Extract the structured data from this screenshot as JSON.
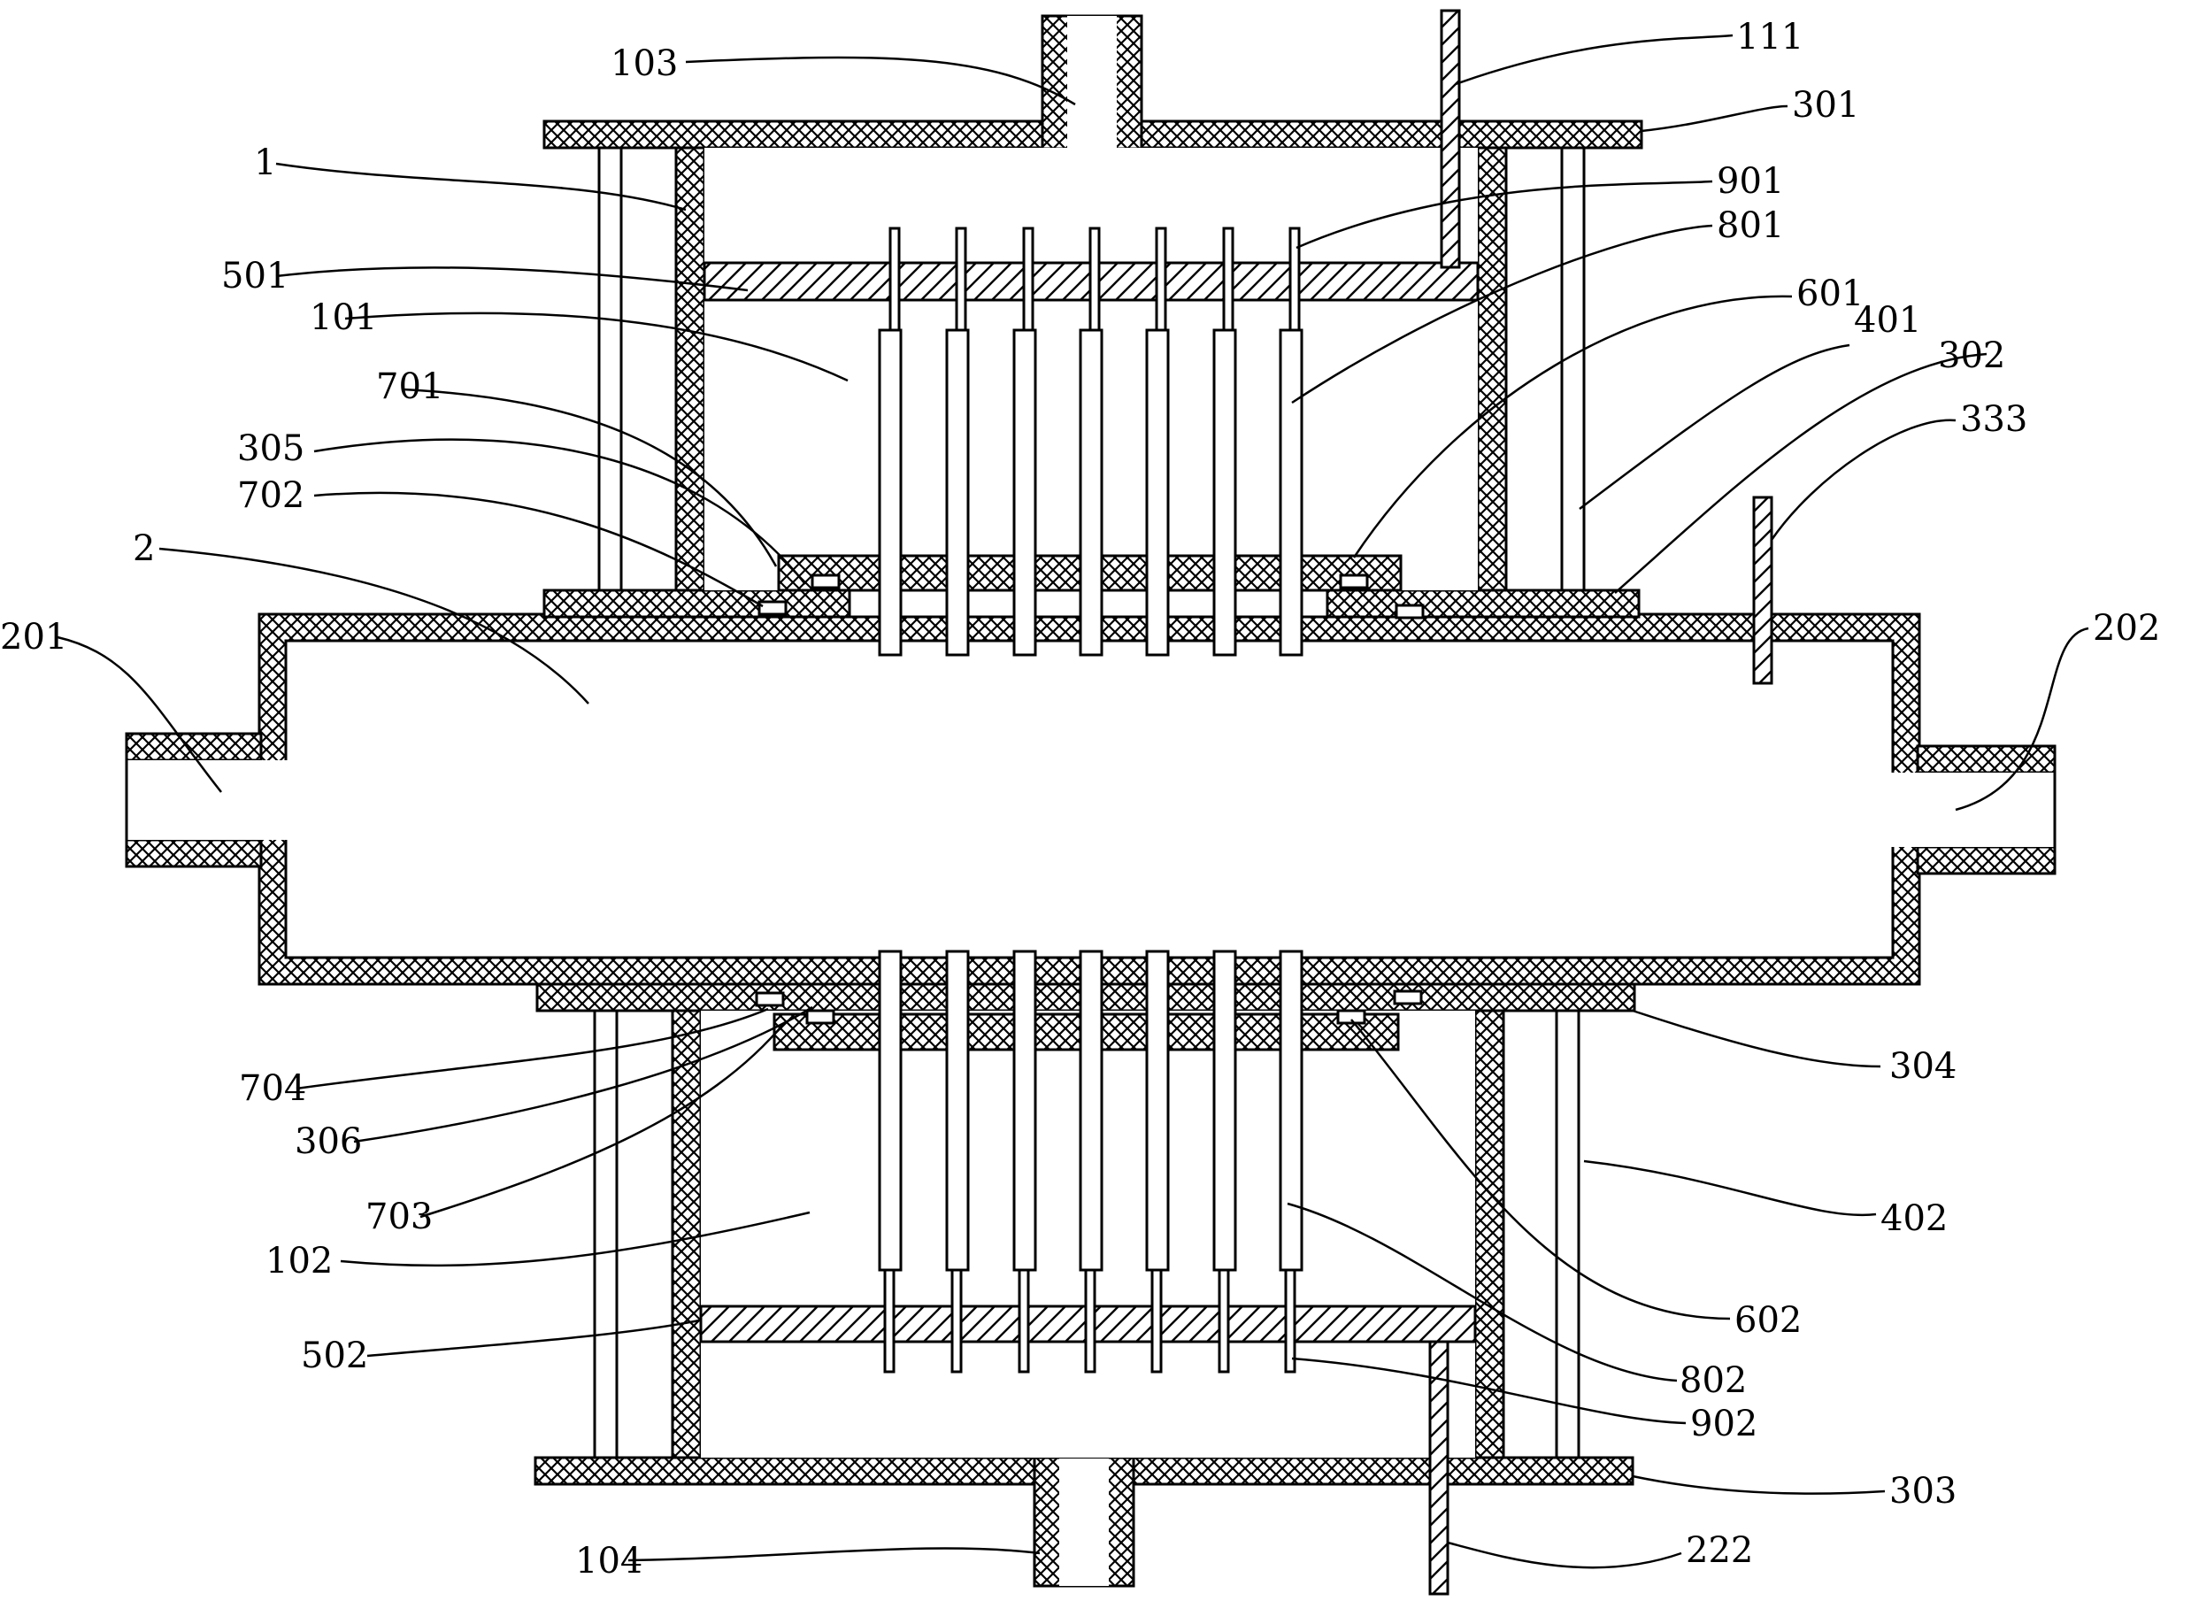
{
  "labels": {
    "l103": "103",
    "l111": "111",
    "l301": "301",
    "l1": "1",
    "l901": "901",
    "l801": "801",
    "l501": "501",
    "l601": "601",
    "l101": "101",
    "l401": "401",
    "l302": "302",
    "l333": "333",
    "l701": "701",
    "l305": "305",
    "l702": "702",
    "l2": "2",
    "l201": "201",
    "l202": "202",
    "l304": "304",
    "l704": "704",
    "l306": "306",
    "l402": "402",
    "l703": "703",
    "l602": "602",
    "l102": "102",
    "l502": "502",
    "l802": "802",
    "l902": "902",
    "l303": "303",
    "l104": "104",
    "l222": "222"
  },
  "colors": {
    "line": "#000000",
    "background": "#ffffff"
  }
}
